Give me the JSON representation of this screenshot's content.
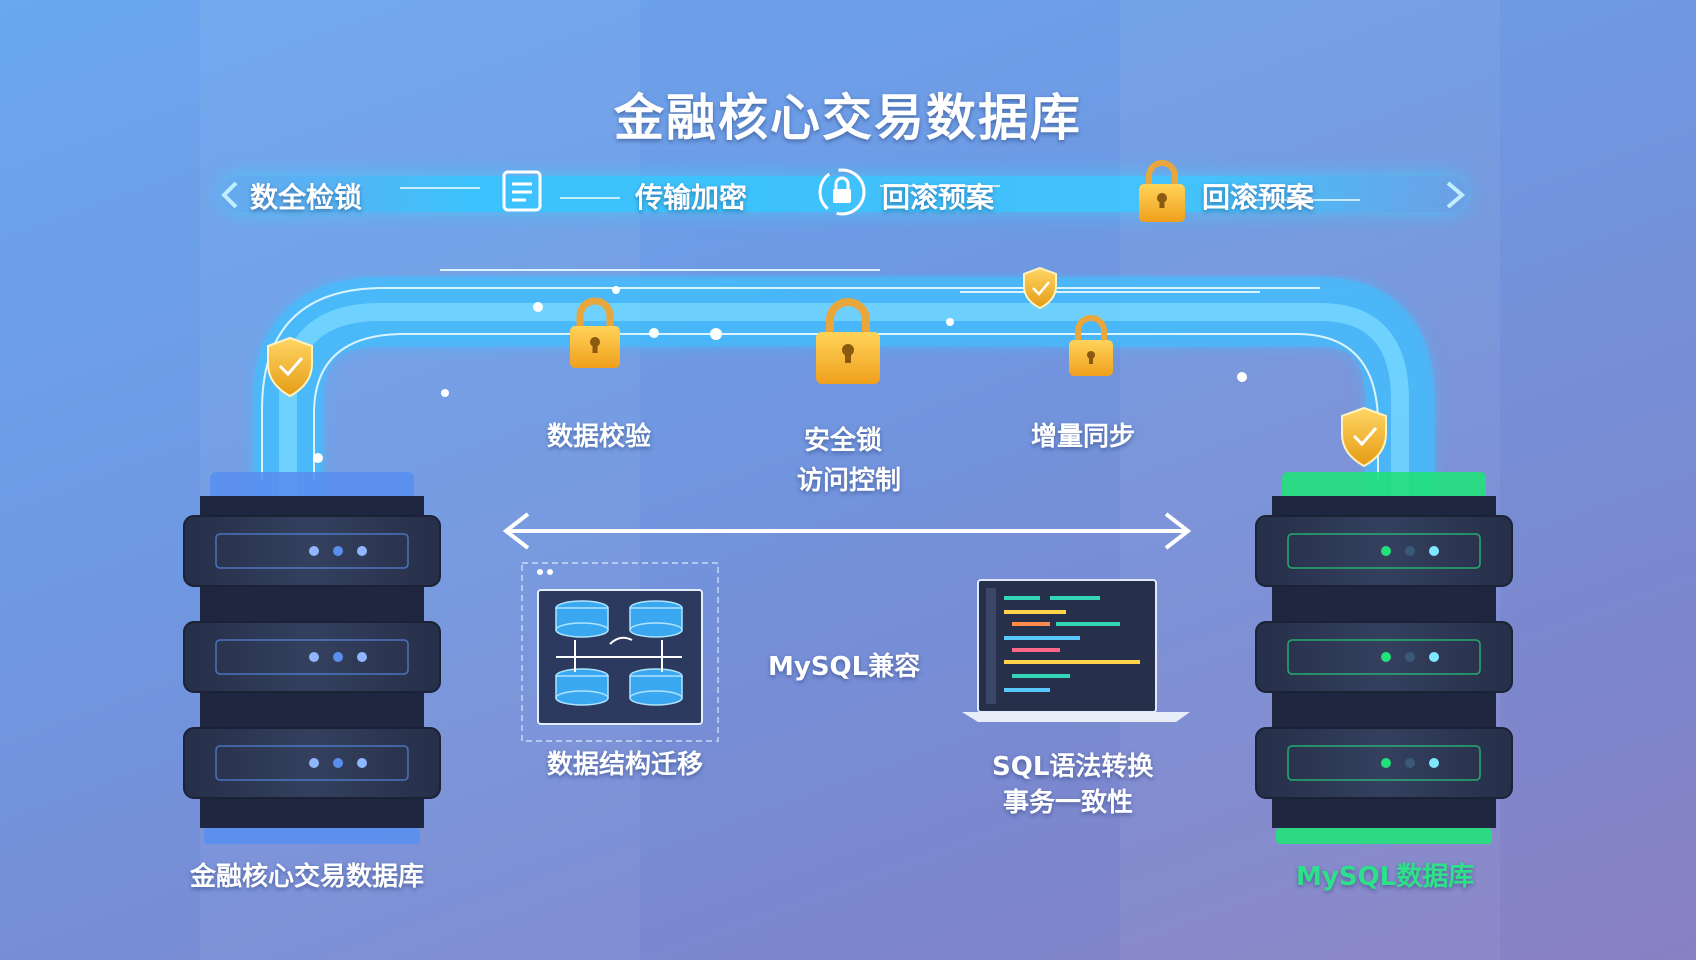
{
  "title": "金融核心交易数据库",
  "top_band": {
    "items": [
      {
        "label": "数全检锁",
        "icon": "arrow-left-icon"
      },
      {
        "label": "传输加密",
        "icon": "document-icon"
      },
      {
        "label": "回滚预案",
        "icon": "rotate-lock-icon"
      },
      {
        "label": "回滚预案",
        "icon": "lock-icon"
      }
    ]
  },
  "pipeline": {
    "stages": [
      {
        "label": "数据校验",
        "icon": "lock-icon"
      },
      {
        "label": "安全锁",
        "sublabel": "访问控制",
        "icon": "lock-icon"
      },
      {
        "label": "增量同步",
        "icon": "lock-icon"
      }
    ]
  },
  "center": {
    "compat_label": "MySQL兼容",
    "migration_label": "数据结构迁移",
    "sql_label": "SQL语法转换",
    "sql_sublabel": "事务一致性"
  },
  "servers": {
    "source": {
      "label": "金融核心交易数据库",
      "accent": "#5a8ff0"
    },
    "target": {
      "label": "MySQL数据库",
      "accent": "#22e07a"
    }
  },
  "colors": {
    "pipe": "#3fc0ff",
    "lock": "#f5b428",
    "server_body": "#2c3652",
    "target_label": "#2ee08a"
  }
}
